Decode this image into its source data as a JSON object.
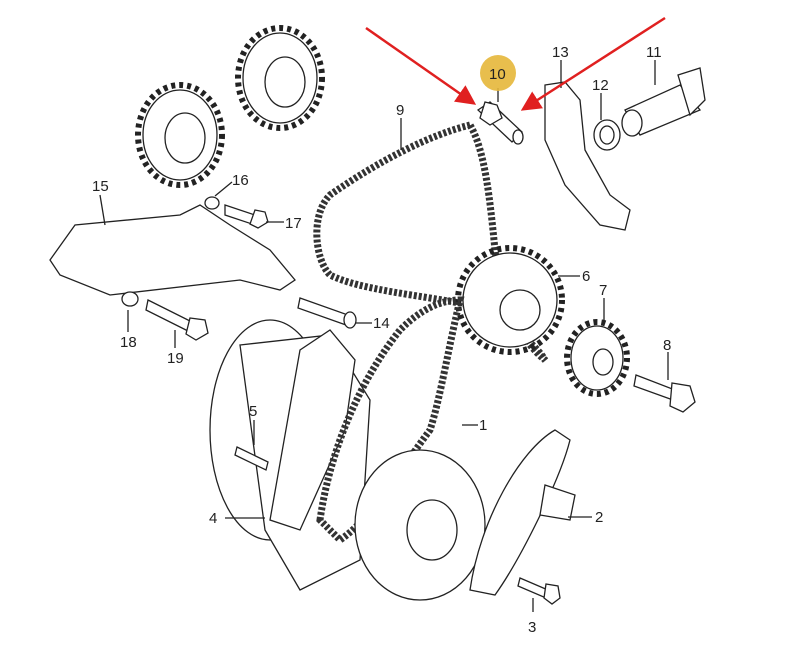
{
  "diagram": {
    "highlight_color": "#e6b73a",
    "arrow_color": "#e02020",
    "highlighted_part": "10",
    "labels": [
      "1",
      "2",
      "3",
      "4",
      "5",
      "6",
      "7",
      "8",
      "9",
      "10",
      "11",
      "12",
      "13",
      "14",
      "15",
      "16",
      "17",
      "18",
      "19"
    ]
  }
}
